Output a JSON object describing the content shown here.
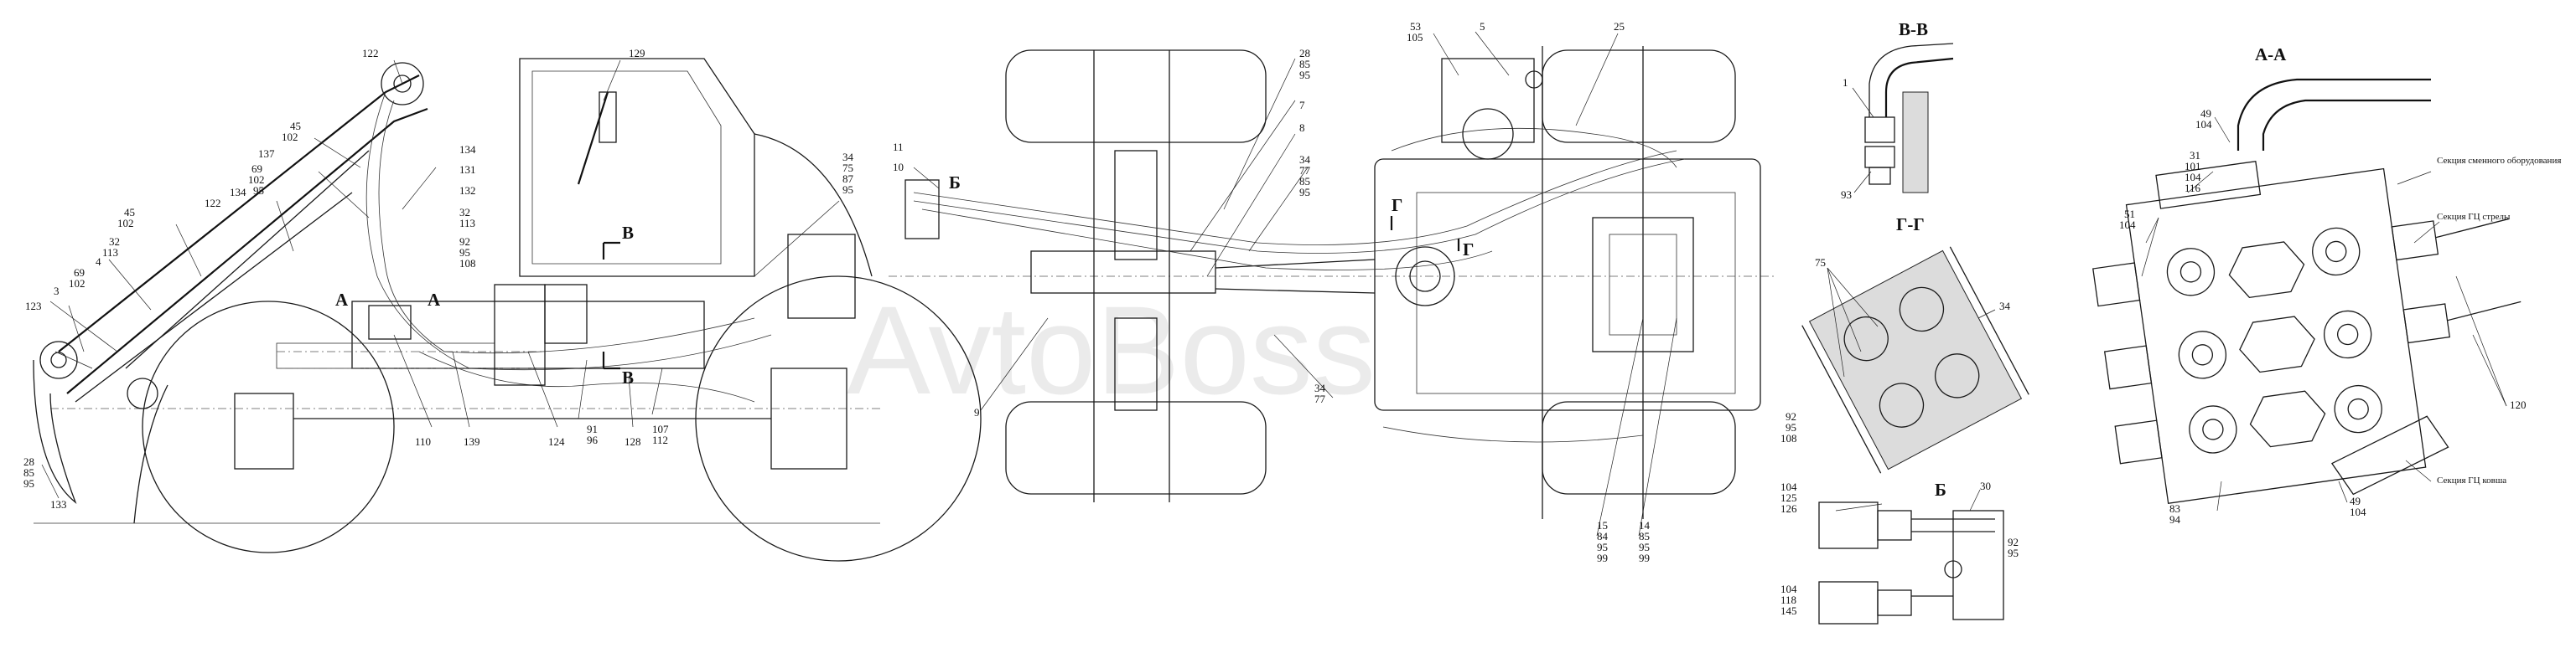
{
  "watermark": "AvtoBoss",
  "section_titles": {
    "bb": "В-В",
    "aa": "А-А",
    "gg": "Г-Г",
    "b": "Б"
  },
  "view_markers": {
    "a": "А",
    "b": "Б",
    "v": "В",
    "g": "Г"
  },
  "section_notes": {
    "replaceable": "Секция сменного оборудования",
    "boom": "Секция ГЦ стрелы",
    "bucket": "Секция ГЦ ковша"
  },
  "callouts": {
    "c122a": "122",
    "c129": "129",
    "c45_102": [
      "45",
      "102"
    ],
    "c137": "137",
    "c69_102_95": [
      "69",
      "102",
      "95"
    ],
    "c134a": "134",
    "c122b": "122",
    "c134b": "134",
    "c131": "131",
    "c132a": "132",
    "c32_113a": [
      "32",
      "113"
    ],
    "c92_95_108a": [
      "92",
      "95",
      "108"
    ],
    "c45_102b": [
      "45",
      "102"
    ],
    "c32_113b": [
      "32",
      "113"
    ],
    "c4": "4",
    "c69_102b": [
      "69",
      "102"
    ],
    "c3": "3",
    "c123": "123",
    "c28_85_95a": [
      "28",
      "85",
      "95"
    ],
    "c133": "133",
    "c110": "110",
    "c139": "139",
    "c124": "124",
    "c91_96": [
      "91",
      "96"
    ],
    "c128": "128",
    "c107_112": [
      "107",
      "112"
    ],
    "c34_75_87_95": [
      "34",
      "75",
      "87",
      "95"
    ],
    "c11": "11",
    "c10": "10",
    "c28_85_95b": [
      "28",
      "85",
      "95"
    ],
    "c7": "7",
    "c8": "8",
    "c34_77_85_95": [
      "34",
      "77",
      "85",
      "95"
    ],
    "c9": "9",
    "c34_77": [
      "34",
      "77"
    ],
    "c53_105": [
      "53",
      "105"
    ],
    "c5": "5",
    "c25": "25",
    "c15_84_95_99": [
      "15",
      "84",
      "95",
      "99"
    ],
    "c14_85_95_99": [
      "14",
      "85",
      "95",
      "99"
    ],
    "c1": "1",
    "c93": "93",
    "c75": "75",
    "c34c": "34",
    "c92_95_108b": [
      "92",
      "95",
      "108"
    ],
    "c104_125_126": [
      "104",
      "125",
      "126"
    ],
    "c30": "30",
    "c92_95b": [
      "92",
      "95"
    ],
    "c104_118_145": [
      "104",
      "118",
      "145"
    ],
    "c49_104a": [
      "49",
      "104"
    ],
    "c31_101_104_116": [
      "31",
      "101",
      "104",
      "116"
    ],
    "c51_104": [
      "51",
      "104"
    ],
    "c120": "120",
    "c83_94": [
      "83",
      "94"
    ],
    "c49_104b": [
      "49",
      "104"
    ]
  }
}
